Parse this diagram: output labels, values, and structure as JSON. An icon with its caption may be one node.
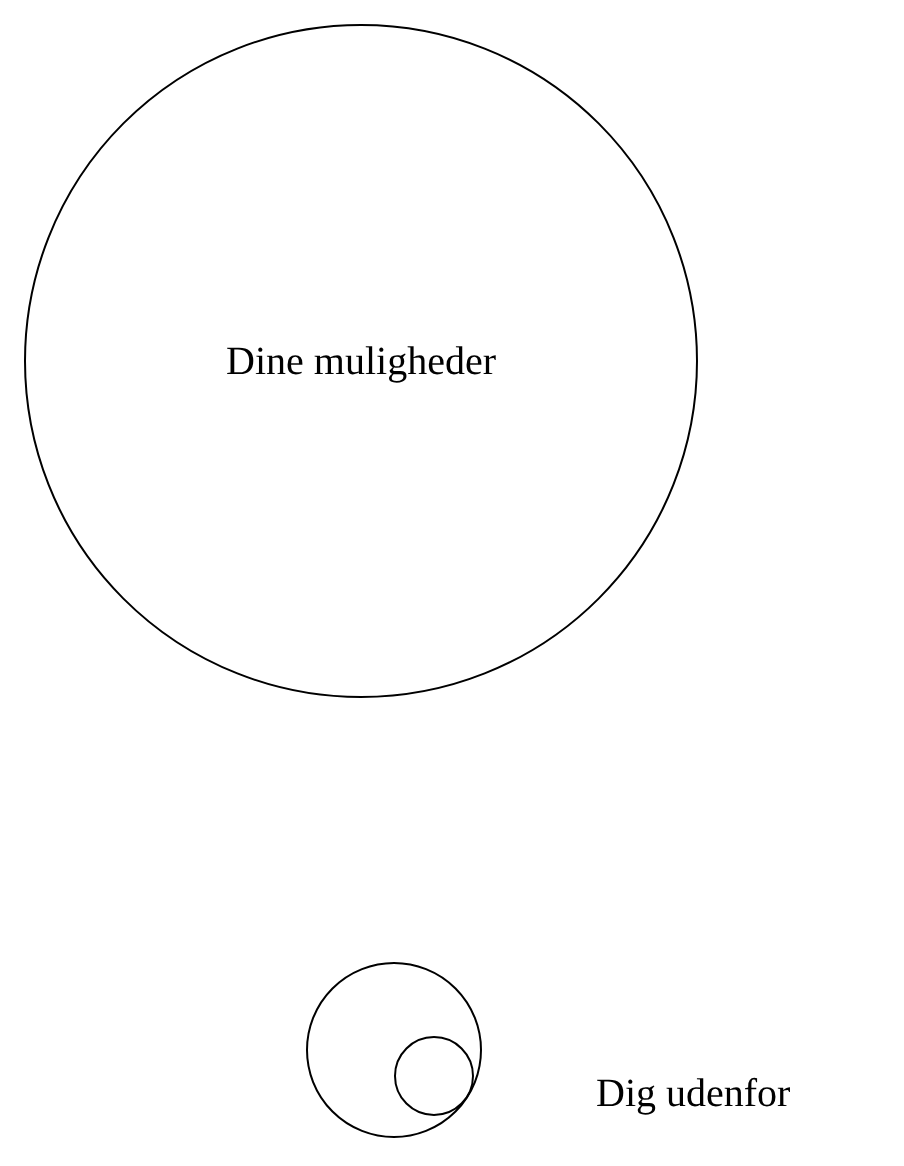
{
  "diagram": {
    "nodes": [
      {
        "text": [
          "Dine muligheder"
        ]
      },
      {
        "text": [],
        "shape": "circle",
        "beside": [
          "Dig udenfor"
        ]
      },
      {
        "text": [],
        "shape": "circle",
        "in": 1
      }
    ]
  }
}
